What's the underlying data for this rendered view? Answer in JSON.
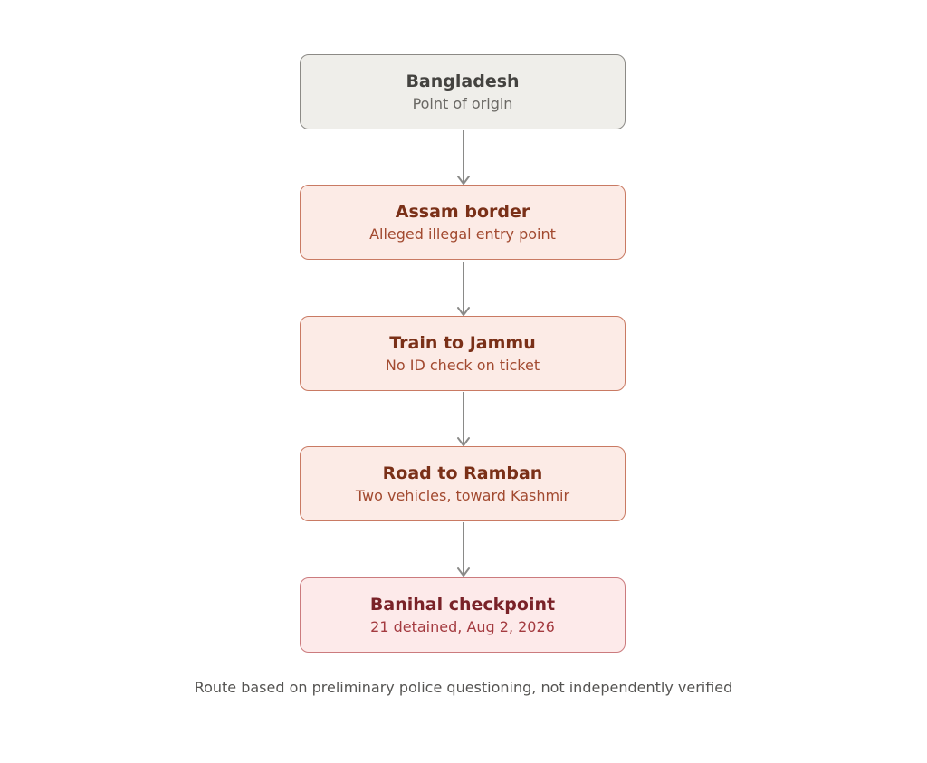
{
  "steps": [
    {
      "title": "Bangladesh",
      "subtitle": "Point of origin"
    },
    {
      "title": "Assam border",
      "subtitle": "Alleged illegal entry point"
    },
    {
      "title": "Train to Jammu",
      "subtitle": "No ID check on ticket"
    },
    {
      "title": "Road to Ramban",
      "subtitle": "Two vehicles, toward Kashmir"
    },
    {
      "title": "Banihal checkpoint",
      "subtitle": "21 detained, Aug 2, 2026"
    }
  ],
  "caption": "Route based on preliminary police questioning, not independently verified",
  "colors": {
    "origin_fill": "#efeeea",
    "route_fill": "#fcebe6",
    "final_fill": "#fdeaea",
    "arrow": "#8a8a88"
  }
}
